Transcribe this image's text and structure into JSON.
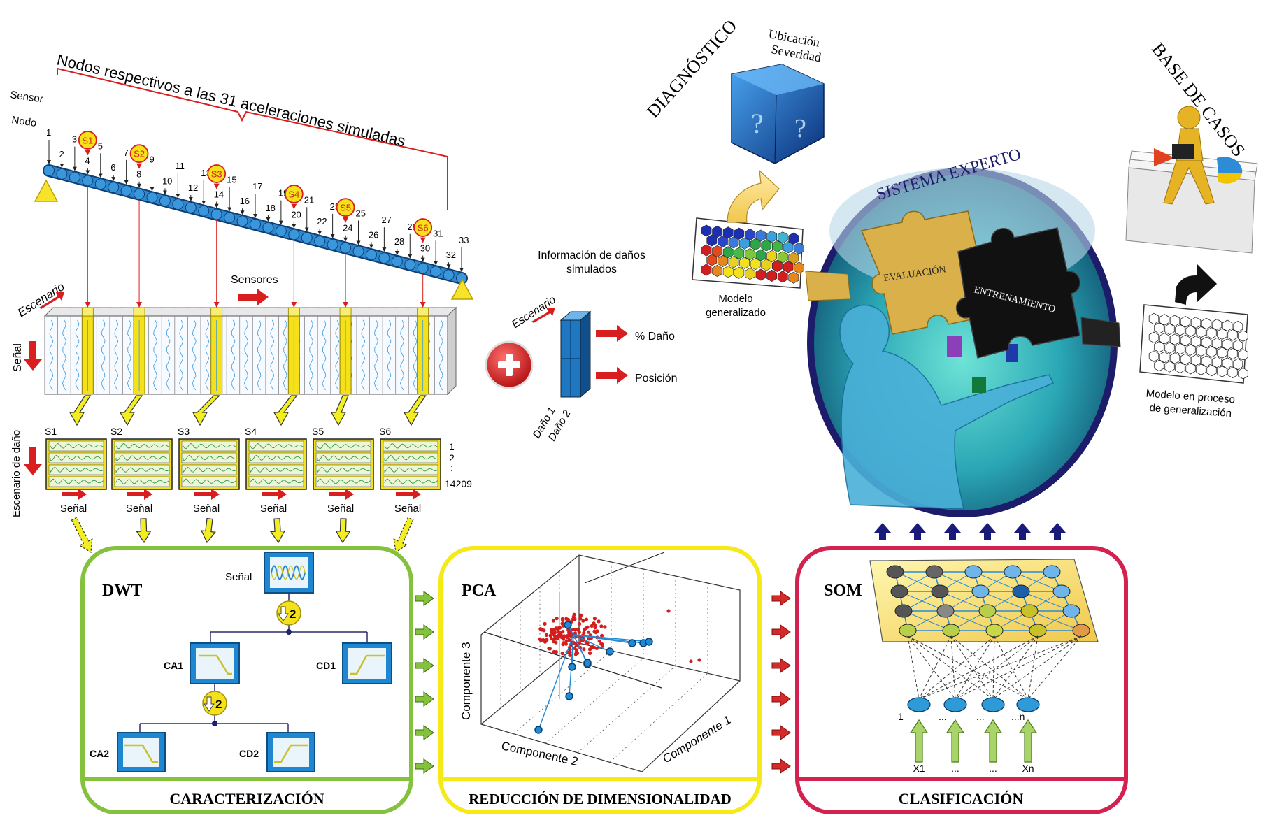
{
  "colors": {
    "beam": "#2f86cc",
    "sensor_marker": "#f5e11a",
    "sensor_border": "#d81e1e",
    "arrow_red": "#d81e1e",
    "arrow_yellow": "#f2ee22",
    "panel_green": "#84c13c",
    "panel_yellow": "#f6ea16",
    "panel_red": "#d42250",
    "som_frame": "#1c1c6a",
    "navy_arrow": "#1a1a7a",
    "block_blue": "#1f77c2"
  },
  "beam": {
    "title": "Nodos respectivos a las 31 aceleraciones simuladas",
    "sensor_label": "Sensor",
    "node_label": "Nodo",
    "nodes": [
      "1",
      "2",
      "3",
      "4",
      "5",
      "6",
      "7",
      "8",
      "9",
      "10",
      "11",
      "12",
      "13",
      "14",
      "15",
      "16",
      "17",
      "18",
      "19",
      "20",
      "21",
      "22",
      "23",
      "24",
      "25",
      "26",
      "27",
      "28",
      "29",
      "30",
      "31",
      "32",
      "33"
    ],
    "sensors": [
      {
        "label": "S1",
        "node": 4
      },
      {
        "label": "S2",
        "node": 8
      },
      {
        "label": "S3",
        "node": 14
      },
      {
        "label": "S4",
        "node": 20
      },
      {
        "label": "S5",
        "node": 24
      },
      {
        "label": "S6",
        "node": 30
      }
    ]
  },
  "matrix": {
    "escenario_label": "Escenario",
    "sensores_label": "Sensores",
    "senal_label": "Señal",
    "escenario_dano_label": "Escenario de daño",
    "signal_labels": [
      "S1",
      "S2",
      "S3",
      "S4",
      "S5",
      "S6"
    ],
    "row_index": [
      "1",
      "2",
      ":",
      "14209"
    ],
    "senal_under": [
      "Señal",
      "Señal",
      "Señal",
      "Señal",
      "Señal",
      "Señal"
    ]
  },
  "damage_info": {
    "title_line1": "Información de daños",
    "title_line2": "simulados",
    "escenario_label": "Escenario",
    "output_dano": "% Daño",
    "output_posicion": "Posición",
    "dano1": "Daño 1",
    "dano2": "Daño 2"
  },
  "dwt": {
    "heading": "DWT",
    "signal_label": "Señal",
    "downsample": "2",
    "ca1": "CA1",
    "cd1": "CD1",
    "ca2": "CA2",
    "cd2": "CD2",
    "footer": "CARACTERIZACIÓN"
  },
  "pca": {
    "heading": "PCA",
    "axis_c1": "Componente 1",
    "axis_c2": "Componente 2",
    "axis_c3": "Componente 3",
    "footer": "REDUCCIÓN DE DIMENSIONALIDAD"
  },
  "som": {
    "heading": "SOM",
    "node_labels": [
      "1",
      "...",
      "...",
      "...n"
    ],
    "input_labels": [
      "X1",
      "...",
      "...",
      "Xn"
    ],
    "footer": "CLASIFICACIÓN"
  },
  "expert": {
    "title": "SISTEMA EXPERTO",
    "evaluacion": "EVALUACIÓN",
    "entrenamiento": "ENTRENAMIENTO",
    "diagnostico": "DIAGNÓSTICO",
    "ubicacion": "Ubicación",
    "severidad": "Severidad",
    "base_casos": "BASE DE CASOS",
    "modelo_generalizado_1": "Modelo",
    "modelo_generalizado_2": "generalizado",
    "modelo_proceso_1": "Modelo en proceso",
    "modelo_proceso_2": "de generalización"
  }
}
